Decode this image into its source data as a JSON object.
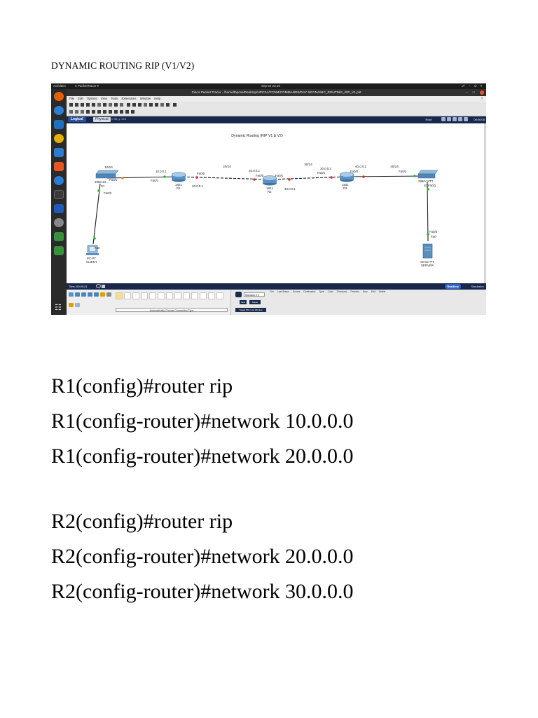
{
  "heading": "DYNAMIC ROUTING RIP (V1/V2)",
  "screenshot": {
    "os_bar": {
      "activities": "Activities",
      "app": "● PacketTracer ▾",
      "clock": "Sep 26  23:19",
      "tray": "☍ ◔ ⏻ ▾"
    },
    "window_title": "Cisco Packet Tracer - /home/lhpcse/Desktop/HPCSA/FCNM/COMMANDS/DAY 5/DYNAMIC_ROUTING_RIP_V1.pkt",
    "window_controls": {
      "minimize": "–",
      "maximize": "□"
    },
    "menu": [
      "File",
      "Edit",
      "Options",
      "View",
      "Tools",
      "Extensions",
      "Window",
      "Help"
    ],
    "help_question": "?",
    "tabs": {
      "logical": "Logical",
      "physical": "Physical",
      "coords": "x: 96, y: 378",
      "root": "Root",
      "time": "00:00:00"
    },
    "dock_apps": "☷",
    "diagram": {
      "title": "Dynamic Routing (RIP V1 & V2)",
      "subnet_labels": [
        "10/24",
        "20/24",
        "30/24",
        "40/24"
      ],
      "labels": {
        "sw1_model": "2960-24...",
        "sw1_name": "S1",
        "sw1_fa01": "Fa0/1",
        "sw1_fa02": "Fa0/2",
        "r1_model": "1841",
        "r1_name": "R1",
        "r1_fa01": "Fa0/1",
        "r1_fa00": "Fa0/0",
        "r1_ip1": "10.0.0.1",
        "r1_ip2": "20.0.0.1",
        "r2_model": "1841",
        "r2_name": "R2",
        "r2_fa00": "Fa0/0",
        "r2_fa01": "Fa0/1",
        "r2_ip1": "20.0.0.2",
        "r2_ip2": "30.0.0.1",
        "r3_model": "1841",
        "r3_name": "R3",
        "r3_fa01": "Fa0/1",
        "r3_fa00": "Fa0/0",
        "r3_ip1": "30.0.0.2",
        "r3_ip2": "40.0.0.1",
        "sw2_model": "2960-24TT",
        "sw2_name": "S2",
        "sw2_fa01": "Fa0/1",
        "sw2_fa02": "Fa0/2",
        "sw2_fa03": "Fa0/3",
        "pc_port": "Fa0",
        "pc_model": "PC-PT",
        "pc_name": "CLIENT",
        "srv_port": "Fa0",
        "srv_model": "Server-PT",
        "srv_name": "SERVER"
      }
    },
    "status": {
      "time": "Time: 00:00:21",
      "realtime": "Realtime",
      "simulation": "Simulation"
    },
    "bottom": {
      "connection_type": "Automatically Choose Connection Type",
      "scenario": "Scenario 0 ▾",
      "new": "New",
      "delete": "Delete",
      "toggle": "Toggle PDU List Window",
      "pdu_columns": [
        "Fire",
        "Last Status",
        "Source",
        "Destination",
        "Type",
        "Color",
        "Time(sec)",
        "Periodic",
        "Num",
        "Edit",
        "Delete"
      ]
    }
  },
  "config_lines": {
    "r1": [
      "R1(config)#router rip",
      "R1(config-router)#network 10.0.0.0",
      "R1(config-router)#network 20.0.0.0"
    ],
    "r2": [
      "R2(config)#router rip",
      "R2(config-router)#network 20.0.0.0",
      "R2(config-router)#network 30.0.0.0"
    ]
  }
}
